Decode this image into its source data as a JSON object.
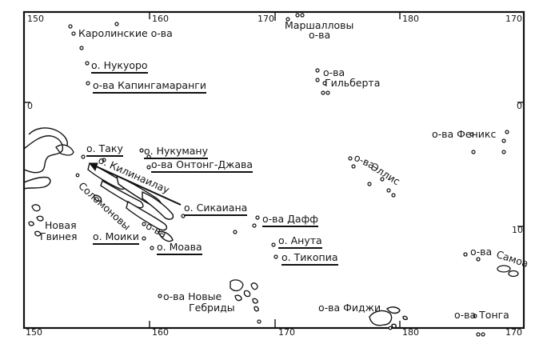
{
  "ticks": {
    "top": [
      "150",
      "160",
      "170",
      "180",
      "170"
    ],
    "bottom": [
      "150",
      "160",
      "170",
      "180",
      "170"
    ],
    "left_0": "0",
    "right_0": "0",
    "right_10": "10"
  },
  "labels": {
    "karolinskie": "Каролинские о-ва",
    "marshall_1": "Маршалловы",
    "marshall_2": "о-ва",
    "nukuoro": "о. Нукуоро",
    "kapingamarangi": "о-ва Капингамаранги",
    "gilberta_1": "о-ва",
    "gilberta_2": "Гильберта",
    "feniks": "о-ва Феникс",
    "taku": "о. Таку",
    "nukumanu": "о. Нукуману",
    "ontong": "о-ва Онтонг-Джава",
    "ellis_1": "о-ва",
    "ellis_2": "Эллис",
    "kilinailau": "о. Килинаилау",
    "solomonovy_1": "Соломоновы",
    "solomonovy_2": "о-ва",
    "sikaiana": "о. Сикаиана",
    "daff": "о-ва Дафф",
    "novaya_1": "Новая",
    "novaya_2": "Гвинея",
    "moiki": "о. Моики",
    "moava": "о. Моава",
    "anuta": "о. Анута",
    "tikopia": "о. Тикопиа",
    "samoa_1": "о-ва",
    "samoa_2": "Самоа",
    "nov_gebridy_1": "о-ва Новые",
    "nov_gebridy_2": "Гебриды",
    "fidzhi": "о-ва Фиджи",
    "tonga": "о-ва Тонга"
  }
}
